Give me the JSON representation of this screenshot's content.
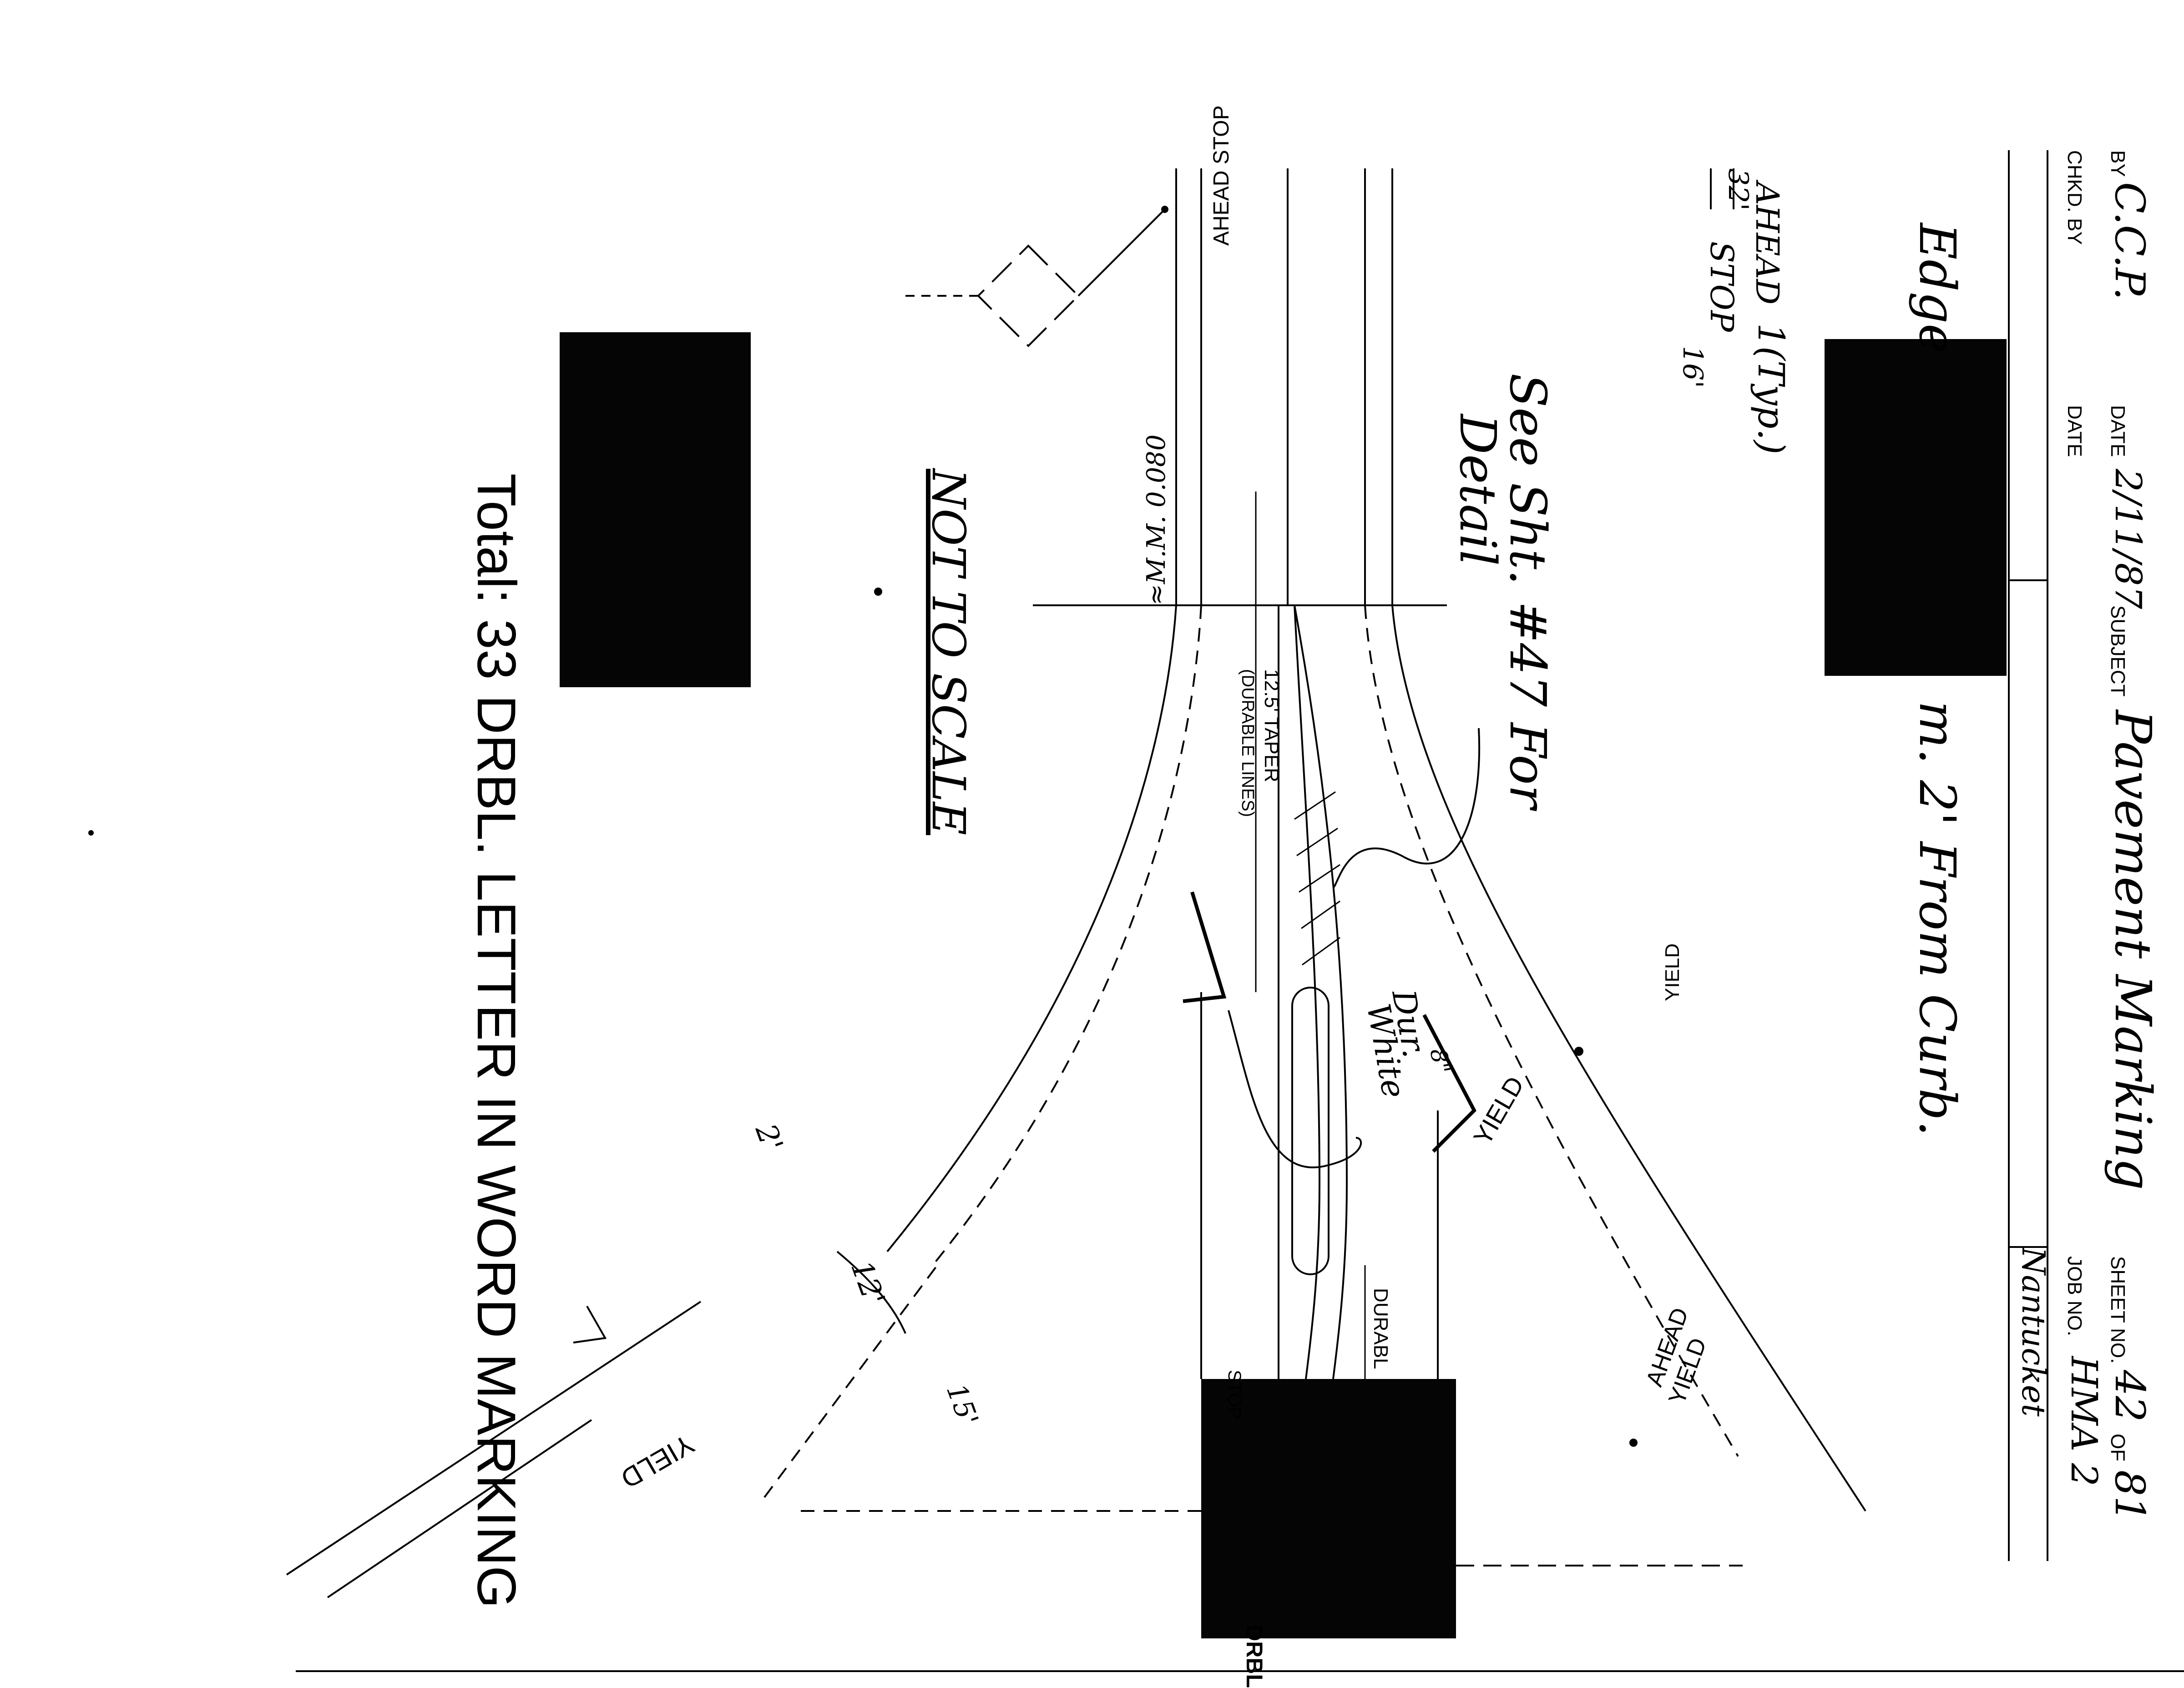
{
  "title_block": {
    "by_label": "BY",
    "by_value": "C.C.P.",
    "date_label": "DATE",
    "date_value": "2/11/87",
    "chkd_label": "CHKD. BY",
    "date2_label": "DATE",
    "subject_label": "SUBJECT",
    "subject_value": "Pavement Marking",
    "sheet_label": "SHEET NO.",
    "sheet_value": "42",
    "of_label": "OF",
    "of_value": "81",
    "job_label": "JOB NO.",
    "job_value": "HMA 2",
    "job_sub": "Nantucket"
  },
  "notes": {
    "edge": "Edge",
    "curb": "m. 2' From Curb.",
    "see_sheet_1": "See Sht. #47 For",
    "see_sheet_2": "Detail",
    "ahead": "AHEAD",
    "stop": "STOP",
    "typ": "1(Typ.)",
    "dim_32": "32'",
    "dim_16": "16'",
    "not_to_scale": "NOT TO SCALE",
    "total": "Total: 33 DRBL. LETTER IN WORD MARKING"
  },
  "labels": {
    "ahead_stop_road": "AHEAD STOP",
    "mm": "≈M.M. 0.080",
    "taper": "12.5' TAPER",
    "durable_lines": "(DURABLE LINES)",
    "yield_1": "YIELD",
    "yield_2": "YIELD",
    "yield_3": "YIELD",
    "ahead_yield_1": "AHEAD",
    "ahead_yield_2": "YIELD",
    "dur_white_1": "Dur.",
    "dur_white_2": "White",
    "dim_8": "8\"",
    "durable": "DURABL",
    "stop_road": "STOP",
    "drbl": "DRBL",
    "dim_2": "2'",
    "dim_12": "12'",
    "dim_15": "15'"
  },
  "colors": {
    "ink": "#000000",
    "paper": "#ffffff",
    "redaction": "#050505"
  }
}
